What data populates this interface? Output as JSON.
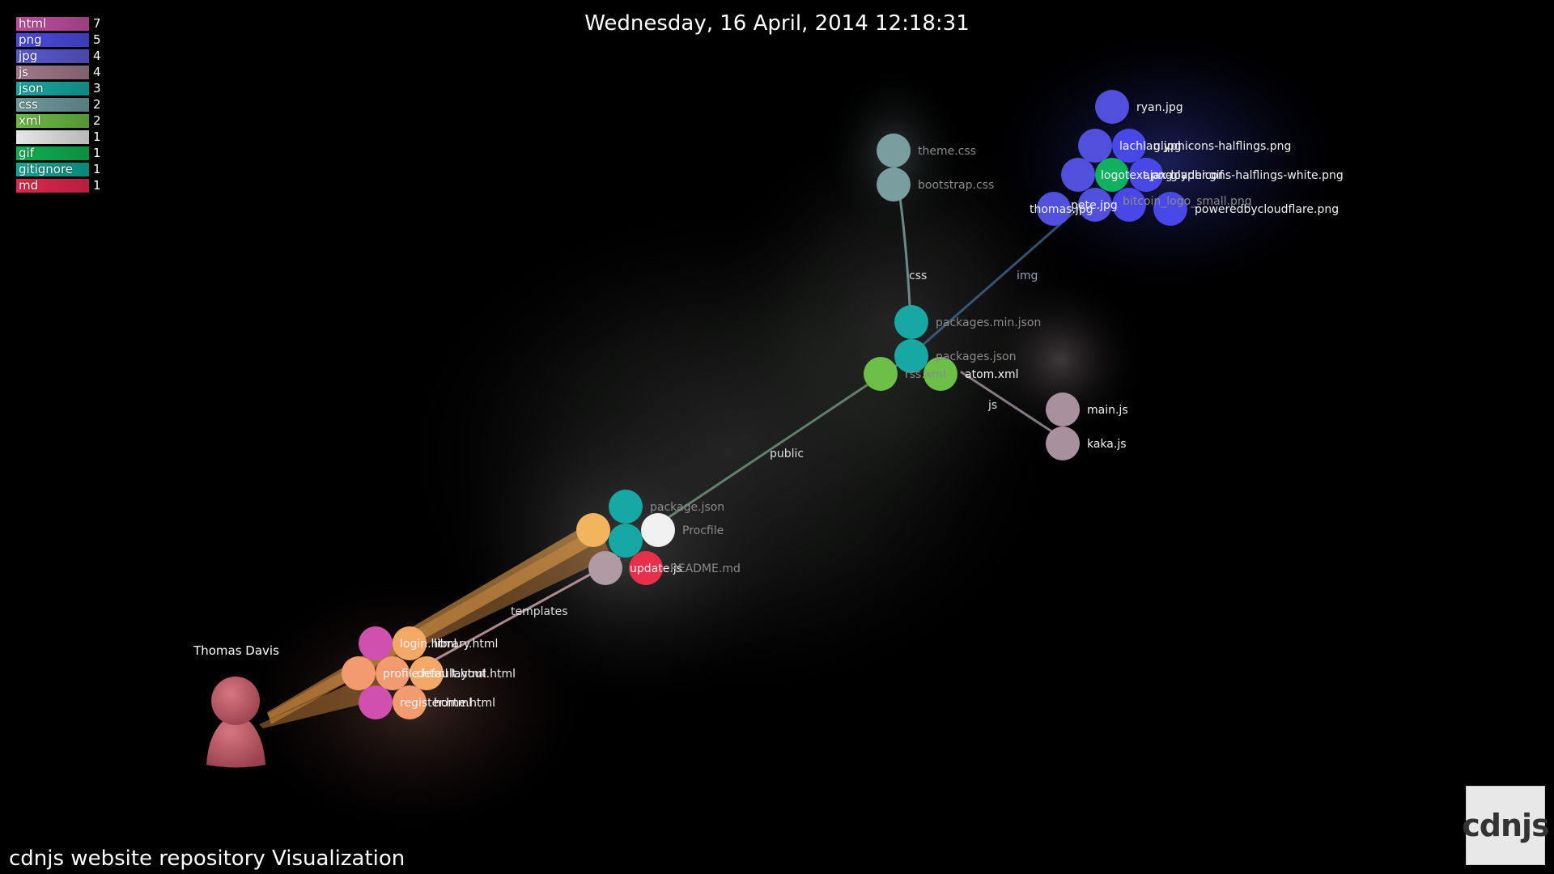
{
  "header": {
    "datetime": "Wednesday, 16 April, 2014 12:18:31"
  },
  "footer": {
    "title": "cdnjs website repository Visualization",
    "logo_text": "cdnjs"
  },
  "legend": [
    {
      "label": "html",
      "count": "7",
      "color": "#c04ea0"
    },
    {
      "label": "png",
      "count": "5",
      "color": "#4a4ae0"
    },
    {
      "label": "jpg",
      "count": "4",
      "color": "#5a5ad0"
    },
    {
      "label": "js",
      "count": "4",
      "color": "#a07888"
    },
    {
      "label": "json",
      "count": "3",
      "color": "#16a8a0"
    },
    {
      "label": "css",
      "count": "2",
      "color": "#6e9a9c"
    },
    {
      "label": "xml",
      "count": "2",
      "color": "#6cba44"
    },
    {
      "label": "",
      "count": "1",
      "color": "#e6e6e6"
    },
    {
      "label": "gif",
      "count": "1",
      "color": "#10b050"
    },
    {
      "label": "gitignore",
      "count": "1",
      "color": "#10a898"
    },
    {
      "label": "md",
      "count": "1",
      "color": "#e0284c"
    }
  ],
  "user": {
    "name": "Thomas Davis"
  },
  "dir_labels": [
    "css",
    "img",
    "js",
    "public",
    "templates"
  ],
  "nodes": [
    {
      "id": "theme",
      "label": "theme.css",
      "color": "#7a9ea0",
      "dim": true
    },
    {
      "id": "bootstrap",
      "label": "bootstrap.css",
      "color": "#7a9ea0",
      "dim": true
    },
    {
      "id": "pmin",
      "label": "packages.min.json",
      "color": "#18a8a4",
      "dim": true
    },
    {
      "id": "pjson",
      "label": "packages.json",
      "color": "#18a8a4",
      "dim": true
    },
    {
      "id": "rss",
      "label": "rss.xml",
      "color": "#6cc048",
      "dim": true
    },
    {
      "id": "atom",
      "label": "atom.xml",
      "color": "#6cc048",
      "dim": false
    },
    {
      "id": "mainjs",
      "label": "main.js",
      "color": "#a8909c",
      "dim": false
    },
    {
      "id": "kakajs",
      "label": "kaka.js",
      "color": "#a8909c",
      "dim": false
    },
    {
      "id": "ryan",
      "label": "ryan.jpg",
      "color": "#5050dc",
      "dim": false
    },
    {
      "id": "lachlan",
      "label": "lachlan.jpg",
      "color": "#5050dc",
      "dim": false
    },
    {
      "id": "glyph",
      "label": "glyphicons-halflings.png",
      "color": "#4848e8",
      "dim": false
    },
    {
      "id": "dark1",
      "label": "",
      "color": "#5050dc",
      "dim": false
    },
    {
      "id": "logotext",
      "label": "logotext.png",
      "color": "#10b060",
      "dim": false
    },
    {
      "id": "ajaxload",
      "label": "ajax-loader.gif",
      "color": "#4848e8",
      "dim": false
    },
    {
      "id": "glyphw",
      "label": "glyphicons-halflings-white.png",
      "color": "#4848e8",
      "dim": false
    },
    {
      "id": "thomas",
      "label": "thomas.jpg",
      "color": "#5050dc",
      "dim": false
    },
    {
      "id": "pete",
      "label": "pete.jpg",
      "color": "#5050dc",
      "dim": false
    },
    {
      "id": "bitcoin",
      "label": "bitcoin_logo_small.png",
      "color": "#4848e8",
      "dim": true
    },
    {
      "id": "cf",
      "label": "poweredbycloudflare.png",
      "color": "#4848e8",
      "dim": false
    },
    {
      "id": "rpackage",
      "label": "package.json",
      "color": "#18a8a4",
      "dim": true
    },
    {
      "id": "orange1",
      "label": "",
      "color": "#f2b45c",
      "dim": false
    },
    {
      "id": "gitignore",
      "label": "",
      "color": "#18a8a4",
      "dim": false
    },
    {
      "id": "procfile",
      "label": "Procfile",
      "color": "#f0f0f0",
      "dim": true
    },
    {
      "id": "updatejs",
      "label": "update.js",
      "color": "#b09aa4",
      "dim": false
    },
    {
      "id": "readme",
      "label": "README.md",
      "color": "#e8304c",
      "dim": true
    },
    {
      "id": "login",
      "label": "login.html",
      "color": "#d050b0",
      "dim": false
    },
    {
      "id": "library",
      "label": "library.html",
      "color": "#f4a868",
      "dim": false
    },
    {
      "id": "profile",
      "label": "profile.html",
      "color": "#f49a70",
      "dim": false
    },
    {
      "id": "default",
      "label": "default.html",
      "color": "#f49a70",
      "dim": false
    },
    {
      "id": "layout",
      "label": "layout.html",
      "color": "#f4a868",
      "dim": false
    },
    {
      "id": "register",
      "label": "register.html",
      "color": "#d050b0",
      "dim": false
    },
    {
      "id": "home",
      "label": "home.html",
      "color": "#f49a70",
      "dim": false
    }
  ]
}
